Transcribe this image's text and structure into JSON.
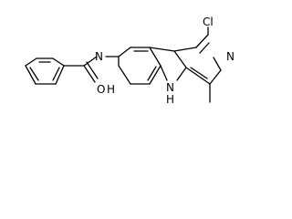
{
  "molecule": {
    "atoms": {
      "chlorine": "Cl",
      "pyridine_nitrogen": "N",
      "amide_nitrogen": "N",
      "amide_hydrogen": "H",
      "indole_nitrogen": "N",
      "indole_hydrogen": "H",
      "carbonyl_oxygen": "O",
      "methyl_carbon": ""
    }
  }
}
